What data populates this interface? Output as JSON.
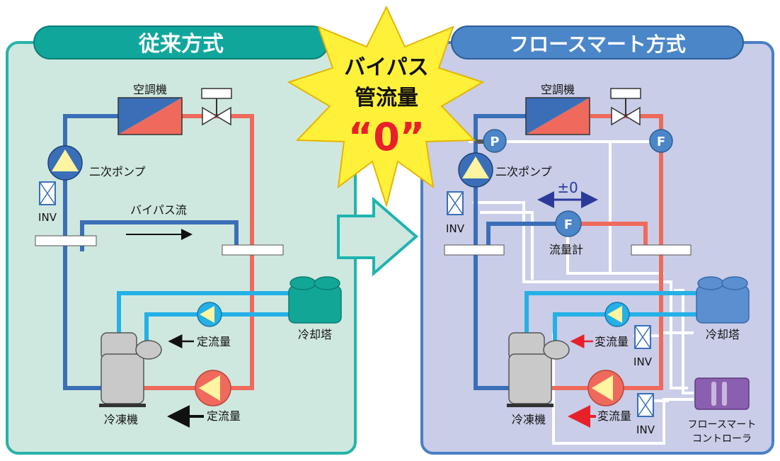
{
  "left_panel": {
    "title": "従来方式",
    "ac_label": "空調機",
    "pump_label": "二次ポンプ",
    "inv_label": "INV",
    "bypass_label": "バイパス流",
    "flow_label_upper": "定流量",
    "flow_label_lower": "定流量",
    "tower_label": "冷却塔",
    "chiller_label": "冷凍機"
  },
  "right_panel": {
    "title": "フロースマート方式",
    "ac_label": "空調機",
    "pump_label": "二次ポンプ",
    "inv_label": "INV",
    "p_badge": "P",
    "f_badge_top": "F",
    "f_badge_mid": "F",
    "delta_label": "±0",
    "flowmeter_label": "流量計",
    "flow_label_upper": "変流量",
    "flow_label_lower": "変流量",
    "inv_label_upper": "INV",
    "inv_label_lower": "INV",
    "tower_label": "冷却塔",
    "chiller_label": "冷凍機",
    "controller_line1": "フロースマート",
    "controller_line2": "コントローラ"
  },
  "burst": {
    "line1": "バイパス",
    "line2": "管流量",
    "line3": "“0”"
  },
  "colors": {
    "left_bg": "#cfe8df",
    "left_border": "#25b3a8",
    "left_header": "#11a69c",
    "right_bg": "#c9cde8",
    "right_border": "#4a7fc4",
    "right_header": "#4a86c8",
    "blue_pipe": "#3a6fb8",
    "red_pipe": "#ef6a5c",
    "cyan_pipe": "#25b0e6",
    "burst": "#fff13a"
  }
}
